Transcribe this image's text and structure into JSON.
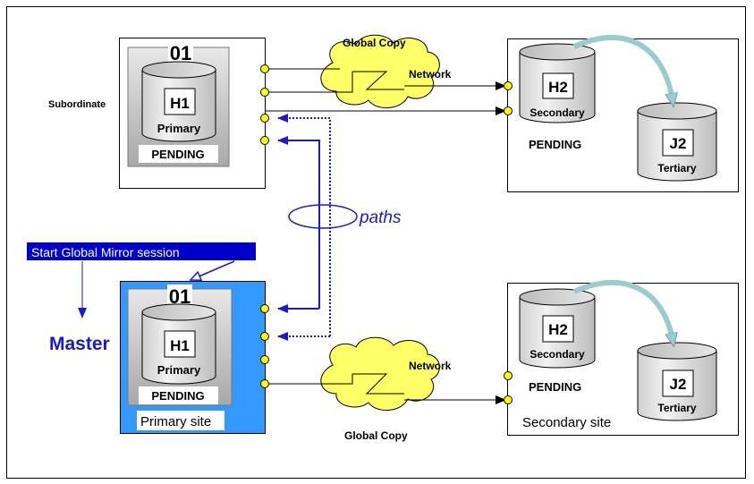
{
  "labels": {
    "global_copy_top": "Global Copy",
    "global_copy_bottom": "Global Copy",
    "network_top": "Network",
    "network_bottom": "Network",
    "subordinate": "Subordinate",
    "master": "Master",
    "paths": "paths",
    "start_session": "Start Global Mirror session",
    "primary_site": "Primary site",
    "secondary_site": "Secondary site"
  },
  "top_primary": {
    "lss": "01",
    "volume": "H1",
    "volume_role": "Primary",
    "state": "PENDING"
  },
  "bottom_primary": {
    "lss": "01",
    "volume": "H1",
    "volume_role": "Primary",
    "state": "PENDING"
  },
  "top_secondary": {
    "volume": "H2",
    "volume_role": "Secondary",
    "state": "PENDING",
    "tertiary": "J2",
    "tertiary_role": "Tertiary"
  },
  "bottom_secondary": {
    "volume": "H2",
    "volume_role": "Secondary",
    "state": "PENDING",
    "tertiary": "J2",
    "tertiary_role": "Tertiary"
  },
  "colors": {
    "port_yellow": "#ffff00",
    "cloud_yellow": "#ffff66",
    "master_blue": "#1a1acc",
    "site_blue": "#3399ff",
    "banner_blue": "#0000cc",
    "curved_arrow": "#99cccc"
  }
}
